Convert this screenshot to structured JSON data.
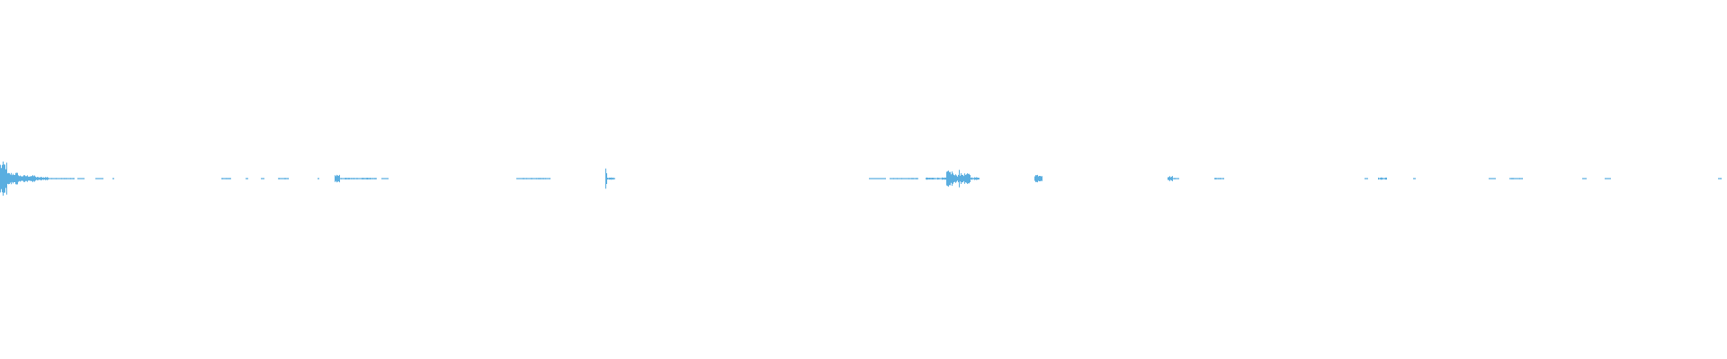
{
  "colors": {
    "background": "#ffffff",
    "waveform": "#5aaee0"
  },
  "waveform": {
    "regions": [
      {
        "start": 0.0,
        "end": 0.004,
        "level": 0.95
      },
      {
        "start": 0.004,
        "end": 0.011,
        "level": 0.35
      },
      {
        "start": 0.011,
        "end": 0.021,
        "level": 0.2
      },
      {
        "start": 0.021,
        "end": 0.028,
        "level": 0.1
      },
      {
        "start": 0.028,
        "end": 0.043,
        "level": 0.04
      },
      {
        "start": 0.045,
        "end": 0.049,
        "level": 0.03
      },
      {
        "start": 0.055,
        "end": 0.06,
        "level": 0.03
      },
      {
        "start": 0.065,
        "end": 0.066,
        "level": 0.03
      },
      {
        "start": 0.128,
        "end": 0.134,
        "level": 0.04
      },
      {
        "start": 0.142,
        "end": 0.144,
        "level": 0.03
      },
      {
        "start": 0.151,
        "end": 0.153,
        "level": 0.03
      },
      {
        "start": 0.161,
        "end": 0.167,
        "level": 0.04
      },
      {
        "start": 0.184,
        "end": 0.185,
        "level": 0.03
      },
      {
        "start": 0.194,
        "end": 0.197,
        "level": 0.25
      },
      {
        "start": 0.197,
        "end": 0.215,
        "level": 0.05
      },
      {
        "start": 0.21,
        "end": 0.218,
        "level": 0.04
      },
      {
        "start": 0.221,
        "end": 0.225,
        "level": 0.03
      },
      {
        "start": 0.299,
        "end": 0.319,
        "level": 0.04
      },
      {
        "start": 0.3505,
        "end": 0.3515,
        "level": 0.65
      },
      {
        "start": 0.3515,
        "end": 0.356,
        "level": 0.06
      },
      {
        "start": 0.503,
        "end": 0.513,
        "level": 0.03
      },
      {
        "start": 0.515,
        "end": 0.532,
        "level": 0.04
      },
      {
        "start": 0.536,
        "end": 0.548,
        "level": 0.06
      },
      {
        "start": 0.548,
        "end": 0.552,
        "level": 0.45
      },
      {
        "start": 0.552,
        "end": 0.555,
        "level": 0.25
      },
      {
        "start": 0.555,
        "end": 0.5555,
        "level": 0.95
      },
      {
        "start": 0.5555,
        "end": 0.562,
        "level": 0.3
      },
      {
        "start": 0.562,
        "end": 0.567,
        "level": 0.08
      },
      {
        "start": 0.599,
        "end": 0.6035,
        "level": 0.25
      },
      {
        "start": 0.676,
        "end": 0.679,
        "level": 0.15
      },
      {
        "start": 0.679,
        "end": 0.683,
        "level": 0.04
      },
      {
        "start": 0.703,
        "end": 0.709,
        "level": 0.05
      },
      {
        "start": 0.79,
        "end": 0.792,
        "level": 0.03
      },
      {
        "start": 0.798,
        "end": 0.803,
        "level": 0.06
      },
      {
        "start": 0.818,
        "end": 0.82,
        "level": 0.03
      },
      {
        "start": 0.862,
        "end": 0.866,
        "level": 0.03
      },
      {
        "start": 0.874,
        "end": 0.882,
        "level": 0.04
      },
      {
        "start": 0.916,
        "end": 0.919,
        "level": 0.03
      },
      {
        "start": 0.929,
        "end": 0.933,
        "level": 0.03
      },
      {
        "start": 0.995,
        "end": 0.997,
        "level": 0.04
      }
    ]
  }
}
